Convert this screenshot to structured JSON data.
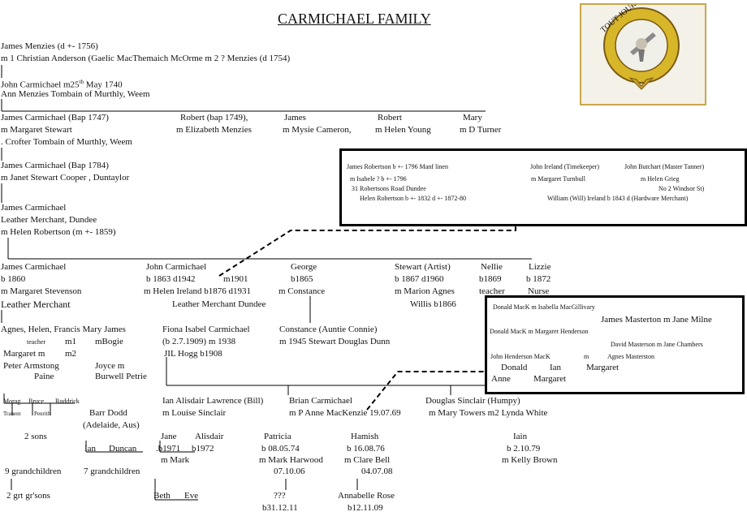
{
  "title": "CARMICHAEL FAMILY",
  "crest": {
    "motto": "TOUT JOUR PREST"
  },
  "gen1": {
    "l1": "James Menzies (d +- 1756)",
    "l2": "m 1    Christian Anderson (Gaelic MacThemaich McOrme      m 2   ?    Menzies (d 1754)"
  },
  "gen2": {
    "l1a": "John Carmichael  m25",
    "l1sup": "th",
    "l1b": " May 1740",
    "l2": "Ann Menzies     Tombain of Murthly, Weem"
  },
  "gen3": {
    "james": "James Carmichael (Bap 1747)",
    "james_m": "m Margaret Stewart",
    "james_p": ". Crofter   Tombain of Murthly, Weem",
    "robert1": "Robert (bap 1749),",
    "robert1_m": "m Elizabeth Menzies",
    "jamesb": "James",
    "jamesb_m": "m Mysie Cameron,",
    "robert2": "Robert",
    "robert2_m": "m Helen Young",
    "mary": "Mary",
    "mary_m": "m D Turner"
  },
  "gen4": {
    "l1": "James Carmichael (Bap 1784)",
    "l2": "m Janet Stewart  Cooper  , Duntaylor"
  },
  "gen5": {
    "l1": "James Carmichael",
    "l2": "Leather Merchant, Dundee",
    "l3": "m Helen Robertson (m +- 1859)"
  },
  "robertson_box": {
    "r1": "James Robertson b +- 1796  Manf linen",
    "r2": "m Isabele  ?  b +- 1796",
    "r3": "31 Robertsons Road Dundee",
    "r4": "Helen Robertson b +- 1832  d +- 1872-80",
    "i1": "John Ireland (Timekeeper)",
    "i2": "m  Margaret  Turnbull",
    "b1": "John Butchart (Master Tanner)",
    "b2": "m Helen Grieg",
    "b3": "No 2  Windsor St)",
    "w1": "William (Will) Ireland b 1843 d  (Hardware Merchant)"
  },
  "gen6": {
    "james": "James Carmichael",
    "james_b": "b 1860",
    "james_m": "m Margaret Stevenson",
    "james_p": "Leather Merchant",
    "john": "John Carmichael",
    "john_b": "b 1863    d1942",
    "john_m1901": "m1901",
    "john_m": "m Helen Ireland b1876  d1931",
    "john_p": "Leather Merchant Dundee",
    "george": "George",
    "george_b": "b1865",
    "george_m": "m Constance",
    "stewart": "Stewart  (Artist)",
    "stewart_b": "b 1867  d1960",
    "stewart_m": "m Marion Agnes",
    "willis": "Willis  b1866",
    "nellie": "Nellie",
    "nellie_b": "b1869",
    "nellie_p": "teacher",
    "lizzie": "Lizzie",
    "lizzie_b": "b 1872",
    "lizzie_p": "Nurse"
  },
  "mack_box": {
    "l1": "Donald MacK m Isabella MacGillivary",
    "l2": "James Masterton m Jane Milne",
    "l3": "Donald MacK m Margaret Henderson",
    "l4": "David Masterson m Jane Chambers",
    "l5a": "John Henderson MacK",
    "l5m": "m",
    "l5b": "Agnes Masterston",
    "c1": "Donald",
    "c2": "Ian",
    "c3": "Margaret",
    "c4": "Anne",
    "c5": "Margaret"
  },
  "gen7": {
    "agnes": "Agnes, Helen, Francis  Mary  James",
    "teacher": "teacher",
    "m1": "m1",
    "mbogie": "mBogie",
    "margaret": "Margaret m",
    "m2": "m2",
    "peter": "Peter Armstong",
    "paine": "Paine",
    "joyce": "Joyce  m",
    "burwell": "Burwell Petrie",
    "fiona": "Fiona Isabel Carmichael",
    "fiona_b": "(b 2.7.1909)  m 1938",
    "fiona_m": "JIL Hogg  b1908",
    "constance": "Constance (Auntie Connie)",
    "constance_m": "m 1945  Stewart Douglas Dunn"
  },
  "gen8": {
    "morag": "Morag",
    "bruce": "Bruce",
    "roddrick": "Roddrick",
    "tranent": "Tranent",
    "penrith": "Penrith",
    "barr": "Barr Dodd",
    "adelaide": "(Adelaide, Aus)",
    "ian": "Ian Alisdair Lawrence (Bill)",
    "ian_m": "m  Louise Sinclair",
    "brian": "Brian Carmichael",
    "brian_m": "m P Anne MacKenzie 19.07.69",
    "douglas": "Douglas Sinclair (Humpy)",
    "douglas_m": "m   Mary Towers  m2  Lynda  White"
  },
  "gen9": {
    "twosons": "2 sons",
    "ian": "Ian",
    "duncan": "Duncan",
    "jane": "Jane",
    "jane_b": ".b1971",
    "jane_m": "m Mark",
    "alisdair": "Alisdair",
    "alisdair_b": "b1972",
    "patricia": "Patricia",
    "patricia_b": "b 08.05.74",
    "patricia_m": "m Mark Harwood",
    "patricia_d": "07.10.06",
    "hamish": "Hamish",
    "hamish_b": "b 16.08.76",
    "hamish_m": "m Clare Bell",
    "hamish_d": "04.07.08",
    "iain": "Iain",
    "iain_b": "b 2.10.79",
    "iain_m": "m Kelly Brown"
  },
  "gen10": {
    "ninegc": "9 grandchildren",
    "sevengc": "7 grandchildren",
    "grtsons": "2 grt gr'sons",
    "beth": "Beth",
    "eve": "Eve",
    "qqq": "???",
    "qqq_b": "b31.12.11",
    "annabelle": "Annabelle Rose",
    "annabelle_b": "b12.11.09"
  }
}
